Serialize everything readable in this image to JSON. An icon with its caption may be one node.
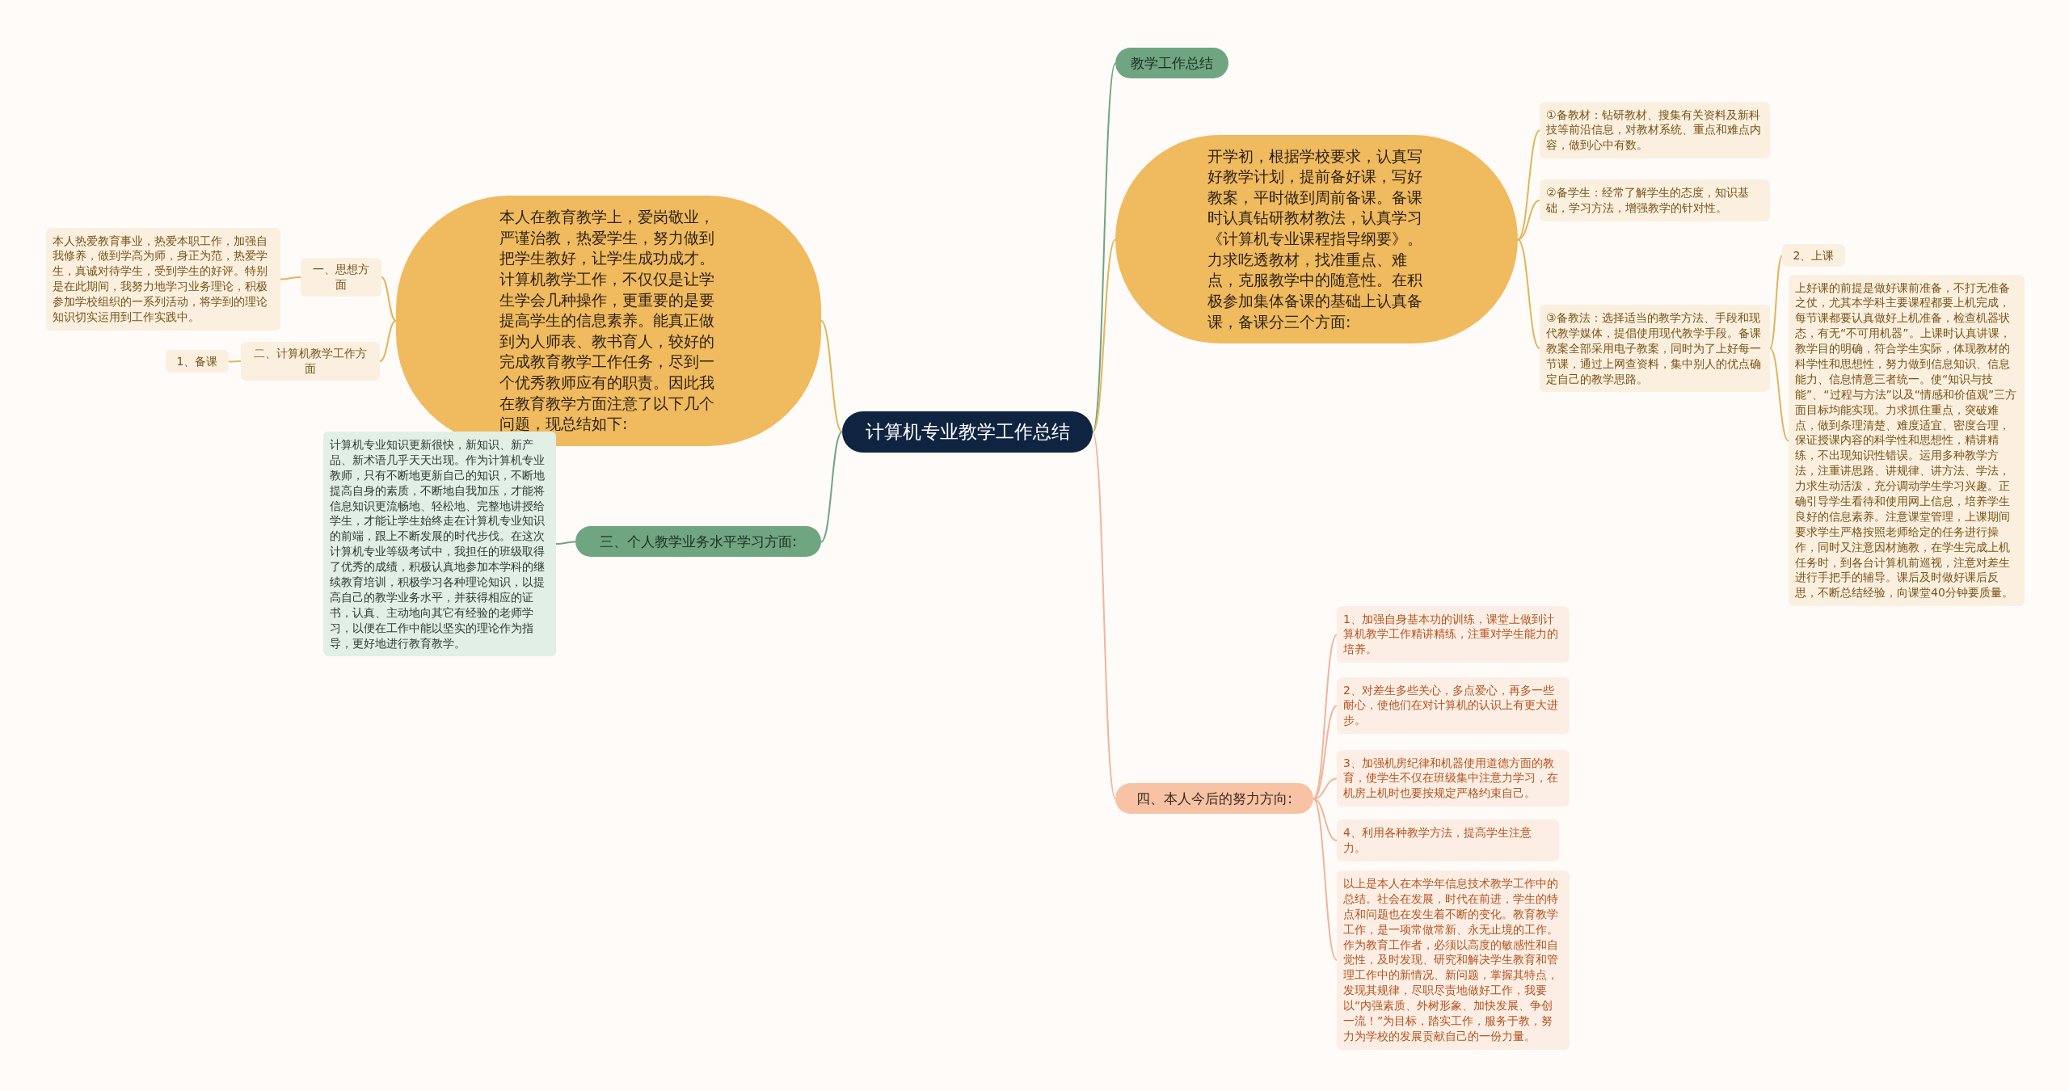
{
  "diagram": {
    "nodes": [
      {
        "text": [
          "计算机专业教学工作总结"
        ]
      },
      {
        "text": [
          "教学工作总结"
        ]
      },
      {
        "text": [
          "本人在教育教学上，爱岗敬业，严谨治教，热爱学生，努力做到把学生教好，让学生成功成才。计算机教学工作，不仅仅是让学生学会几种操作，更重要的是要提高学生的信息素养。能真正做到为人师表、教书育人，较好的完成教育教学工作任务，尽到一个优秀教师应有的职责。因此我在教育教学方面注意了以下几个问题，现总结如下:"
        ]
      },
      {
        "text": [
          "一、思想方面"
        ]
      },
      {
        "text": [
          "本人热爱教育事业，热爱本职工作，加强自我修养，做到学高为师，身正为范，热爱学生，真诚对待学生，受到学生的好评。特别是在此期间，我努力地学习业务理论，积极参加学校组织的一系列活动，将学到的理论知识切实运用到工作实践中。"
        ]
      },
      {
        "text": [
          "二、计算机教学工作方面"
        ]
      },
      {
        "text": [
          "1、备课"
        ]
      },
      {
        "text": [
          "三、个人教学业务水平学习方面:"
        ]
      },
      {
        "text": [
          "计算机专业知识更新很快，新知识、新产品、新术语几乎天天出现。作为计算机专业教师，只有不断地更新自己的知识，不断地提高自身的素质，不断地自我加压，才能将信息知识更流畅地、轻松地、完整地讲授给学生，才能让学生始终走在计算机专业知识的前端，跟上不断发展的时代步伐。在这次计算机专业等级考试中，我担任的班级取得了优秀的成绩，积极认真地参加本学科的继续教育培训，积极学习各种理论知识，以提高自己的教学业务水平，并获得相应的证书，认真、主动地向其它有经验的老师学习，以便在工作中能以坚实的理论作为指导，更好地进行教育教学。"
        ]
      },
      {
        "text": [
          "开学初，根据学校要求，认真写好教学计划，提前备好课，写好教案，平时做到周前备课。备课时认真钻研教材教法，认真学习《计算机专业课程指导纲要》。力求吃透教材，找准重点、难点，克服教学中的随意性。在积极参加集体备课的基础上认真备课，备课分三个方面:"
        ]
      },
      {
        "text": [
          "①备教材：钻研教材、搜集有关资料及新科技等前沿信息，对教材系统、重点和难点内容，做到心中有数。"
        ]
      },
      {
        "text": [
          "②备学生：经常了解学生的态度，知识基础，学习方法，增强教学的针对性。"
        ]
      },
      {
        "text": [
          "③备教法：选择适当的教学方法、手段和现代教学媒体，提倡使用现代教学手段。备课教案全部采用电子教案，同时为了上好每一节课，通过上网查资料，集中别人的优点确定自己的教学思路。"
        ]
      },
      {
        "text": [
          "2、上课"
        ]
      },
      {
        "text": [
          "上好课的前提是做好课前准备，不打无准备之仗，尤其本学科主要课程都要上机完成，每节课都要认真做好上机准备，检查机器状态，有无“不可用机器”。上课时认真讲课，教学目的明确，符合学生实际，体现教材的科学性和思想性，努力做到信息知识、信息能力、信息情意三者统一。使“知识与技能”、“过程与方法”以及“情感和价值观”三方面目标均能实现。力求抓住重点，突破难点，做到条理清楚、难度适宜、密度合理，保证授课内容的科学性和思想性，精讲精练，不出现知识性错误。运用多种教学方法，注重讲思路、讲规律、讲方法、学法，力求生动活泼，充分调动学生学习兴趣。正确引导学生看待和使用网上信息，培养学生良好的信息素养。注意课堂管理，上课期间要求学生严格按照老师给定的任务进行操作，同时又注意因材施教，在学生完成上机任务时，到各台计算机前巡视，注意对差生进行手把手的辅导。课后及时做好课后反思，不断总结经验，向课堂40分钟要质量。"
        ]
      },
      {
        "text": [
          "四、本人今后的努力方向:"
        ]
      },
      {
        "text": [
          "1、加强自身基本功的训练，课堂上做到计算机教学工作精讲精练，注重对学生能力的培养。"
        ]
      },
      {
        "text": [
          "2、对差生多些关心，多点爱心，再多一些耐心，使他们在对计算机的认识上有更大进步。"
        ]
      },
      {
        "text": [
          "3、加强机房纪律和机器使用道德方面的教育，使学生不仅在班级集中注意力学习，在机房上机时也要按规定严格约束自己。"
        ]
      },
      {
        "text": [
          "4、利用各种教学方法，提高学生注意力。"
        ]
      },
      {
        "text": [
          "以上是本人在本学年信息技术教学工作中的总结。社会在发展，时代在前进，学生的特点和问题也在发生着不断的变化。教育教学工作，是一项常做常新、永无止境的工作。作为教育工作者，必须以高度的敏感性和自觉性，及时发现、研究和解决学生教育和管理工作中的新情况、新问题，掌握其特点，发现其规律，尽职尽责地做好工作，我要以“内强素质、外树形象、加快发展、争创一流！”为目标，踏实工作，服务于教，努力为学校的发展贡献自己的一份力量。"
        ]
      }
    ],
    "edges": [
      {
        "from": 0,
        "to": 1,
        "arrow": "none",
        "color": "#6fa580"
      },
      {
        "from": 0,
        "to": 9,
        "arrow": "none"
      },
      {
        "from": 0,
        "to": 15,
        "arrow": "none",
        "color": "#f0b59b"
      },
      {
        "from": 0,
        "to": 2,
        "arrow": "none"
      },
      {
        "from": 0,
        "to": 7,
        "arrow": "none",
        "color": "#6fa580"
      },
      {
        "from": 2,
        "to": 3,
        "arrow": "none"
      },
      {
        "from": 3,
        "to": 4,
        "arrow": "none"
      },
      {
        "from": 2,
        "to": 5,
        "arrow": "none"
      },
      {
        "from": 5,
        "to": 6,
        "arrow": "none"
      },
      {
        "from": 7,
        "to": 8,
        "arrow": "none",
        "color": "#6fa580"
      },
      {
        "from": 9,
        "to": 10,
        "arrow": "none"
      },
      {
        "from": 9,
        "to": 11,
        "arrow": "none"
      },
      {
        "from": 9,
        "to": 12,
        "arrow": "none"
      },
      {
        "from": 12,
        "to": 13,
        "arrow": "none"
      },
      {
        "from": 12,
        "to": 14,
        "arrow": "none"
      },
      {
        "from": 15,
        "to": 16,
        "arrow": "none",
        "color": "#f0b59b"
      },
      {
        "from": 15,
        "to": 17,
        "arrow": "none",
        "color": "#f0b59b"
      },
      {
        "from": 15,
        "to": 18,
        "arrow": "none",
        "color": "#f0b59b"
      },
      {
        "from": 15,
        "to": 19,
        "arrow": "none",
        "color": "#f0b59b"
      },
      {
        "from": 15,
        "to": 20,
        "arrow": "none",
        "color": "#f0b59b"
      }
    ]
  }
}
